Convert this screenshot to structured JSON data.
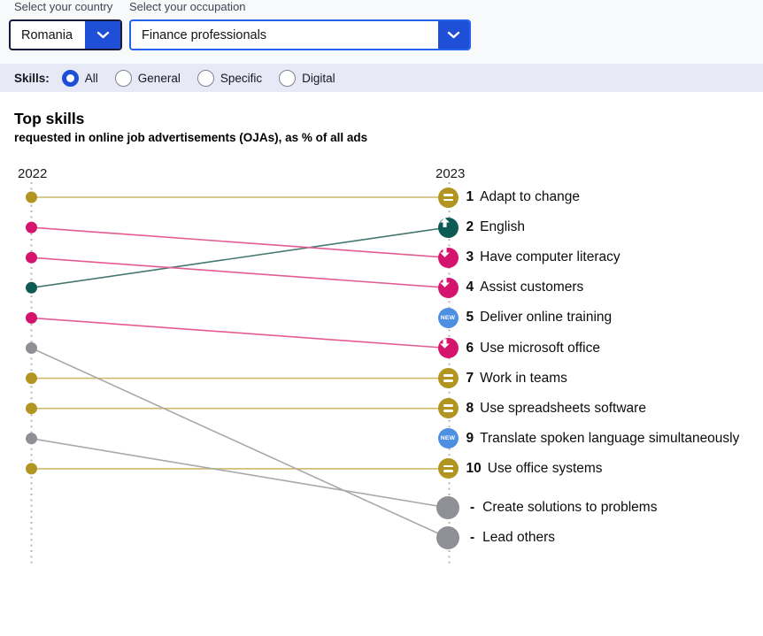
{
  "header": {
    "country": {
      "label": "Select your country",
      "value": "Romania"
    },
    "occupation": {
      "label": "Select your occupation",
      "value": "Finance professionals"
    }
  },
  "filters": {
    "label": "Skills:",
    "options": [
      {
        "label": "All",
        "selected": true
      },
      {
        "label": "General",
        "selected": false
      },
      {
        "label": "Specific",
        "selected": false
      },
      {
        "label": "Digital",
        "selected": false
      }
    ]
  },
  "chart": {
    "title": "Top skills",
    "subtitle": "requested in online job advertisements (OJAs), as % of all ads",
    "left_year": "2022",
    "right_year": "2023"
  },
  "chart_data": {
    "type": "slope-rank",
    "years": [
      "2022",
      "2023"
    ],
    "items": [
      {
        "rank_2023": "1",
        "label": "Adapt to change",
        "change": "same",
        "rank_2022": 1
      },
      {
        "rank_2023": "2",
        "label": "English",
        "change": "up",
        "rank_2022": 4
      },
      {
        "rank_2023": "3",
        "label": "Have computer literacy",
        "change": "down",
        "rank_2022": 2
      },
      {
        "rank_2023": "4",
        "label": "Assist customers",
        "change": "down",
        "rank_2022": 3
      },
      {
        "rank_2023": "5",
        "label": "Deliver online training",
        "change": "new",
        "rank_2022": null
      },
      {
        "rank_2023": "6",
        "label": "Use microsoft office",
        "change": "down",
        "rank_2022": 5
      },
      {
        "rank_2023": "7",
        "label": "Work in teams",
        "change": "same",
        "rank_2022": 7
      },
      {
        "rank_2023": "8",
        "label": "Use spreadsheets software",
        "change": "same",
        "rank_2022": 8
      },
      {
        "rank_2023": "9",
        "label": "Translate spoken language simultaneously",
        "change": "new",
        "rank_2022": null
      },
      {
        "rank_2023": "10",
        "label": "Use office systems",
        "change": "same",
        "rank_2022": 10
      },
      {
        "rank_2023": "-",
        "label": "Create solutions to problems",
        "change": "out",
        "rank_2022": 9
      },
      {
        "rank_2023": "-",
        "label": "Lead others",
        "change": "out",
        "rank_2022": 6
      }
    ],
    "colors": {
      "same": "#b29421",
      "up": "#0e5b55",
      "down": "#d5156d",
      "new": "#4e8fe3",
      "out": "#8f8f96"
    },
    "line_colors": {
      "same": "#cdb96a",
      "up": "#44786f",
      "down": "#e25c92",
      "out": "#a9a9ad"
    },
    "badge_icons": {
      "same": "equal-icon",
      "up": "arrow-up-icon",
      "down": "arrow-down-icon",
      "new": "new-badge-icon",
      "out": "none"
    }
  }
}
